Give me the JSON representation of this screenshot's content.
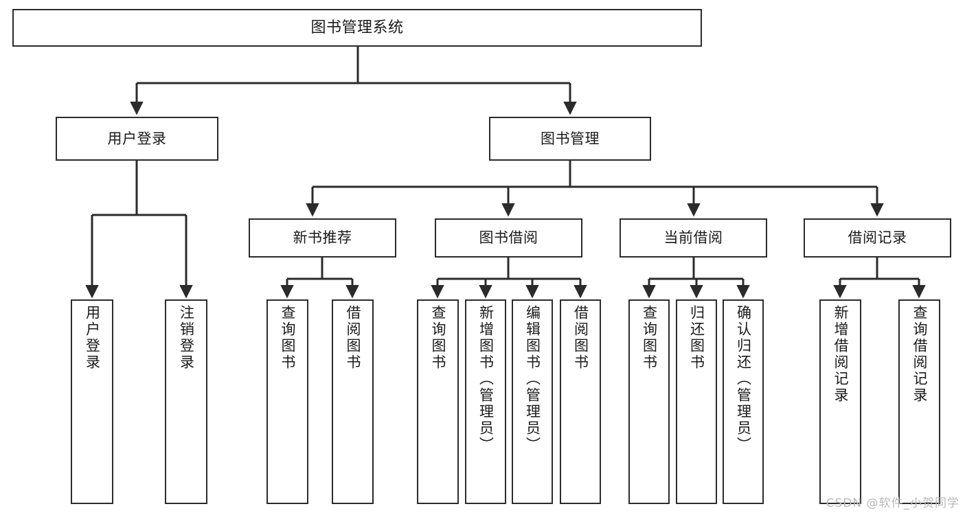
{
  "diagram": {
    "title": "图书管理系统",
    "type": "tree",
    "watermark": "CSDN @软件_小贺同学",
    "colors": {
      "background": "#ffffff",
      "node_border": "#2b2b2b",
      "node_fill": "#ffffff",
      "edge": "#2b2b2b",
      "text": "#1a1a1a",
      "watermark": "#b9b9b9"
    },
    "root": {
      "id": "root",
      "label": "图书管理系统"
    },
    "level2": [
      {
        "id": "user-login",
        "label": "用户登录"
      },
      {
        "id": "book-manage",
        "label": "图书管理"
      }
    ],
    "level3": [
      {
        "id": "new-book-recommend",
        "label": "新书推荐",
        "parent": "book-manage"
      },
      {
        "id": "book-borrow",
        "label": "图书借阅",
        "parent": "book-manage"
      },
      {
        "id": "current-borrow",
        "label": "当前借阅",
        "parent": "book-manage"
      },
      {
        "id": "borrow-record",
        "label": "借阅记录",
        "parent": "book-manage"
      }
    ],
    "leaves": {
      "user_login": [
        {
          "id": "leaf-user-login",
          "label": "用户登录"
        },
        {
          "id": "leaf-logout",
          "label": "注销登录"
        }
      ],
      "new_book_recommend": [
        {
          "id": "leaf-query-book-1",
          "label": "查询图书"
        },
        {
          "id": "leaf-borrow-book-1",
          "label": "借阅图书"
        }
      ],
      "book_borrow": [
        {
          "id": "leaf-query-book-2",
          "label": "查询图书"
        },
        {
          "id": "leaf-add-book",
          "label": "新增图书（管理员）"
        },
        {
          "id": "leaf-edit-book",
          "label": "编辑图书（管理员）"
        },
        {
          "id": "leaf-borrow-book-2",
          "label": "借阅图书"
        }
      ],
      "current_borrow": [
        {
          "id": "leaf-query-book-3",
          "label": "查询图书"
        },
        {
          "id": "leaf-return-book",
          "label": "归还图书"
        },
        {
          "id": "leaf-confirm-return",
          "label": "确认归还（管理员）"
        }
      ],
      "borrow_record": [
        {
          "id": "leaf-add-record",
          "label": "新增借阅记录"
        },
        {
          "id": "leaf-query-record",
          "label": "查询借阅记录"
        }
      ]
    }
  }
}
